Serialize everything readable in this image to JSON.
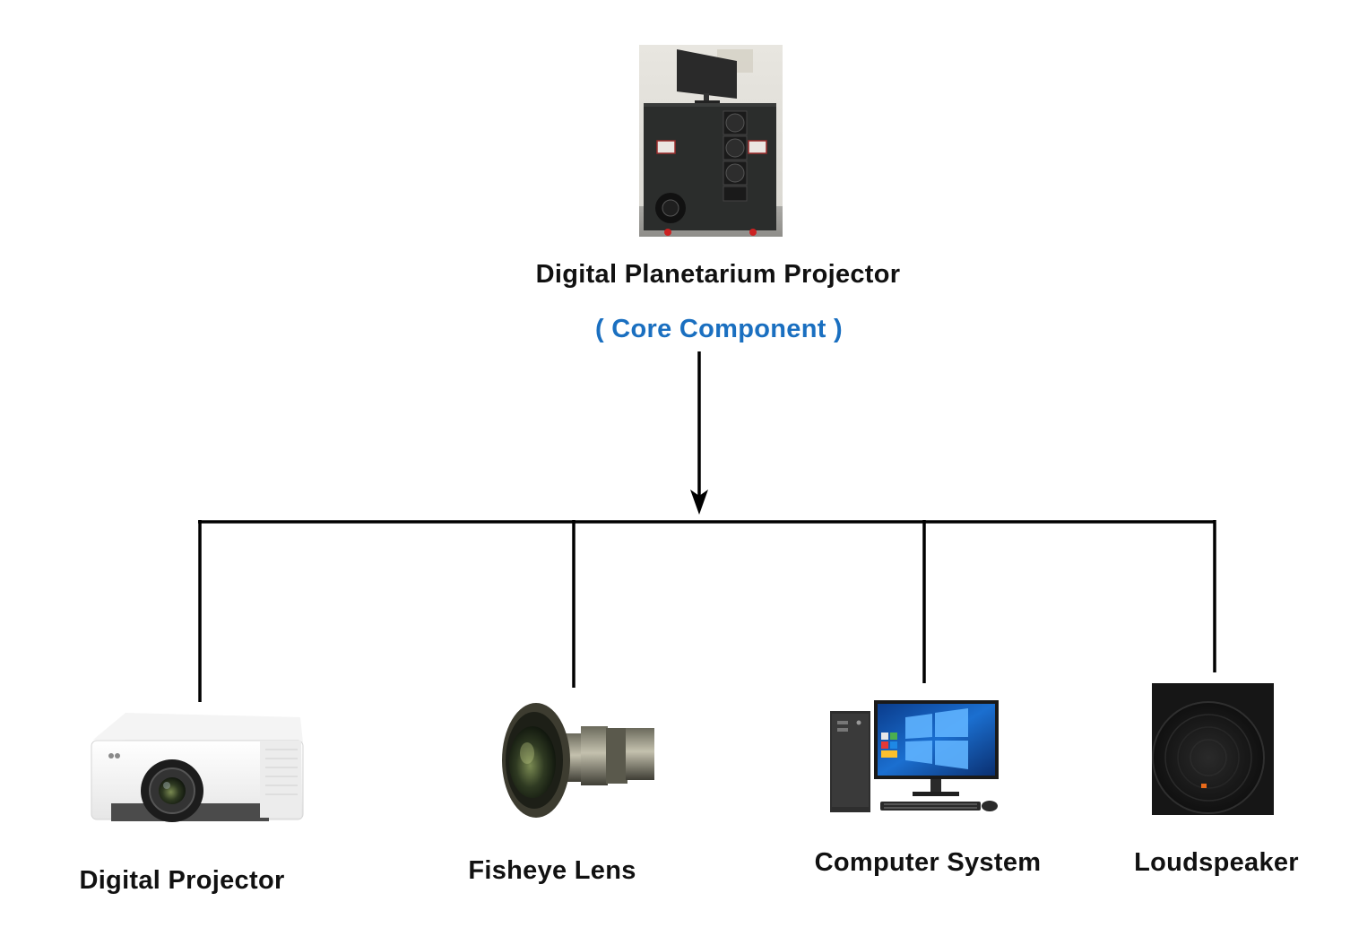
{
  "root": {
    "title": "Digital Planetarium Projector",
    "subtitle": "( Core Component )",
    "subtitle_color": "#1a6fc0"
  },
  "components": [
    {
      "label": "Digital Projector",
      "icon": "projector-icon"
    },
    {
      "label": "Fisheye Lens",
      "icon": "fisheye-lens-icon"
    },
    {
      "label": "Computer System",
      "icon": "computer-icon"
    },
    {
      "label": "Loudspeaker",
      "icon": "speaker-icon"
    }
  ],
  "line_color": "#000000"
}
